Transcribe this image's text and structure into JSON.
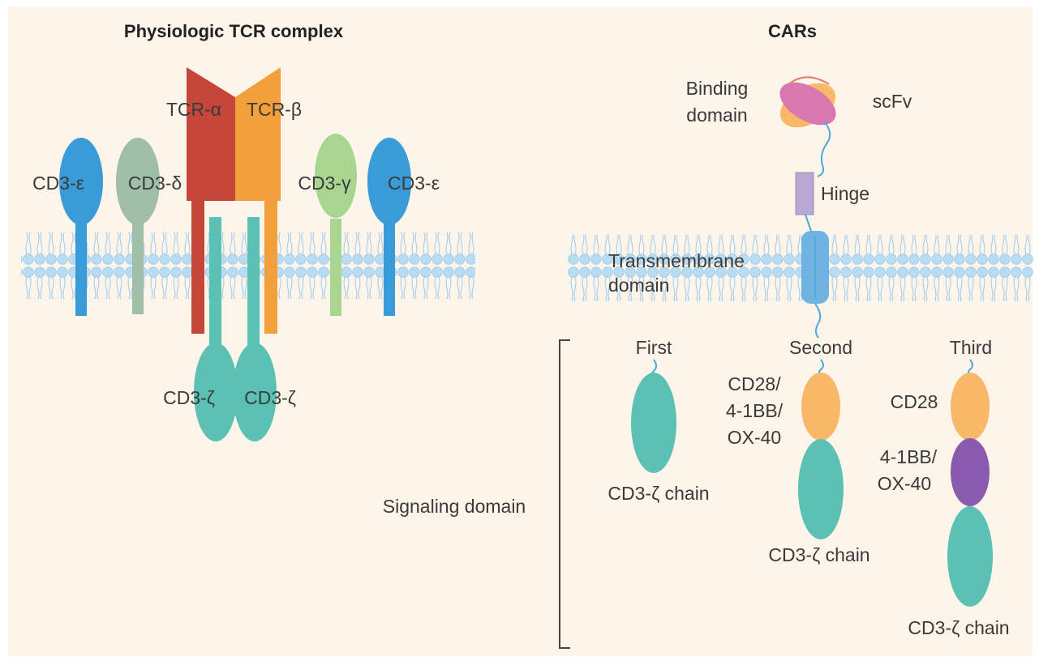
{
  "left_panel": {
    "title": "Physiologic TCR complex",
    "labels": {
      "cd3_epsilon_left": "CD3-ε",
      "cd3_delta": "CD3-δ",
      "tcr_alpha": "TCR-α",
      "tcr_beta": "TCR-β",
      "cd3_gamma": "CD3-γ",
      "cd3_epsilon_right": "CD3-ε",
      "cd3_zeta_left": "CD3-ζ",
      "cd3_zeta_right": "CD3-ζ"
    }
  },
  "right_panel": {
    "title": "CARs",
    "binding_domain_line1": "Binding",
    "binding_domain_line2": "domain",
    "scfv": "scFv",
    "hinge": "Hinge",
    "transmembrane_line1": "Transmembrane",
    "transmembrane_line2": "domain",
    "signaling_domain": "Signaling domain",
    "generations": {
      "first": {
        "label": "First",
        "chain": "CD3-ζ chain"
      },
      "second": {
        "label": "Second",
        "costim_line1": "CD28/",
        "costim_line2": "4-1BB/",
        "costim_line3": "OX-40",
        "chain": "CD3-ζ chain"
      },
      "third": {
        "label": "Third",
        "costim1": "CD28",
        "costim2_line1": "4-1BB/",
        "costim2_line2": "OX-40",
        "chain": "CD3-ζ chain"
      }
    }
  },
  "colors": {
    "background": "#fdf5ea",
    "membrane_head": "#b9dcf3",
    "epsilon": "#3a9bd9",
    "delta": "#9fbfa8",
    "gamma": "#a8d690",
    "tcr_alpha": "#c4473a",
    "tcr_beta": "#f2a03a",
    "zeta": "#5cc1b5",
    "costim_orange": "#f8b867",
    "costim_purple": "#8a5aae",
    "scfv_pink": "#d978ae",
    "hinge": "#b7a7d3",
    "transmembrane": "#6fb3e2"
  }
}
